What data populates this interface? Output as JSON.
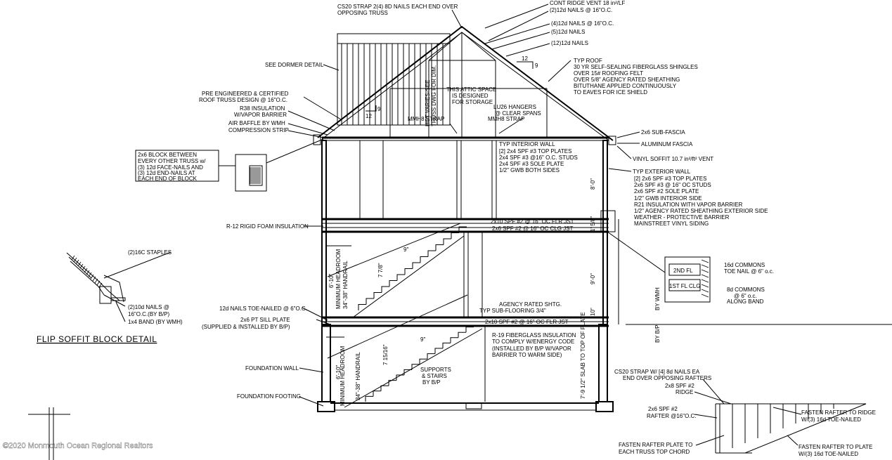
{
  "labels": {
    "cs20_strap_top_1": "CS20 STRAP 2(4) 8D NAILS EACH END OVER",
    "cs20_strap_top_2": "OPPOSING TRUSS",
    "cont_ridge_vent": "CONT RIDGE VENT 18 in²/LF",
    "nails_2_12d": "(2)12d NAILS @ 16\"O.C.",
    "nails_4_12d": "(4)12d NAILS @ 16\"O.C.",
    "nails_5_12d": "(5)12d NAILS",
    "nails_12_12d": "(12)12d NAILS",
    "see_dormer": "SEE DORMER DETAIL",
    "typ_roof_1": "TYP ROOF",
    "typ_roof_2": "30 YR SELF-SEALING FIBERGLASS SHINGLES",
    "typ_roof_3": "OVER 15# ROOFING FELT",
    "typ_roof_4": "OVER 5/8\" AGENCY RATED SHEATHING",
    "typ_roof_5": "BITUTHANE APPLIED CONTINUOUSLY",
    "typ_roof_6": "TO EAVES FOR ICE SHIELD",
    "pre_eng_1": "PRE ENGINEERED & CERTIFIED",
    "pre_eng_2": "ROOF TRUSS DESIGN @ 16\"O.C.",
    "r38_1": "R38 INSULATION",
    "r38_2": "W/VAPOR BARRIER",
    "air_baffle": "AIR BAFFLE BY WMH",
    "compression": "COMPRESSION STRIP",
    "hgt_varies_1": "HGT VARIES-SEE",
    "hgt_varies_2": "TRUSS DWG FOR DIM.",
    "attic_1": "THIS ATTIC SPACE",
    "attic_2": "IS DESIGNED",
    "attic_3": "FOR STORAGE",
    "lu26_1": "LU26 HANGERS",
    "lu26_2": "@ CLEAR SPANS",
    "mmh8_a": "MMH8 STRAP",
    "mmh8_b": "MMH8 STRAP",
    "sub_fascia": "2x6 SUB-FASCIA",
    "alum_fascia": "ALUMINUM FASCIA",
    "vinyl_soffit": "VINYL SOFFIT 10.7 in²/ft² VENT",
    "block_1": "2x6  BLOCK BETWEEN",
    "block_2": "EVERY OTHER TRUSS w/",
    "block_3": "(3) 12d FACE-NAILS AND",
    "block_4": "(3) 12d END-NAILS AT",
    "block_5": "EACH END OF BLOCK",
    "int_wall_1": "TYP INTERIOR WALL",
    "int_wall_2": "[2] 2x4 SPF #3 TOP PLATES",
    "int_wall_3": "2x4 SPF #3 @16\" O.C. STUDS",
    "int_wall_4": "2x4 SPF #3 SOLE PLATE",
    "int_wall_5": "1/2\" GWB BOTH SIDES",
    "ext_wall_1": "TYP EXTERIOR WALL",
    "ext_wall_2": "[2] 2x6 SPF #3 TOP PLATES",
    "ext_wall_3": "2x6 SPF #3 @ 16\" OC STUDS",
    "ext_wall_4": "2x6 SPF #2 SOLE PLATE",
    "ext_wall_5": "1/2\" GWB INTERIOR SIDE",
    "ext_wall_6": "R21 INSULATION WITH VAPOR BARRIER",
    "ext_wall_7": "1/2\" AGENCY RATED SHEATHING EXTERIOR SIDE",
    "ext_wall_8": "WEATHER - PROTECTIVE BARRIER",
    "ext_wall_9": "MAINSTREET VINYL SIDING",
    "dim_8_0": "8'-0\"",
    "dim_1_5_8": "1' 5/8\"",
    "dim_9_0": "9'-0\"",
    "dim_10": "10\"",
    "dim_slab": "7'-9 1/2\" SLAB TO TOP OF PLATE",
    "flr_jst_2nd": "2x10 SPF #2 @ 16\" OC FLR JST",
    "clg_jst": "2x6 SPF #2 @ 16\" OC CLG JST",
    "r12": "R-12 RIGID FOAM INSULATION",
    "staples": "(2)16C STAPLES",
    "nails_10d_1": "(2)10d NAILS @",
    "nails_10d_2": "16\"O.C.(BY B/P)",
    "band": "1x4 BAND (BY WMH)",
    "flip_soffit": "FLIP SOFFIT BLOCK DETAIL",
    "toe_nailed": "12d NAILS TOE-NAILED @ 6\"O.C.",
    "sill_1": "2x6 PT SILL PLATE",
    "sill_2": "(SUPPLIED & INSTALLED BY B/P)",
    "min_head_a": "MINIMUM HEADROOM",
    "min_head_b": "MINIMUM HEADROOM",
    "dim_6_10_a": "6'-10\"",
    "dim_6_10_b": "6'-10\"",
    "handrail_a": "34\"-38\" HANDRAIL",
    "handrail_b": "34\"-38\" HANDRAIL",
    "riser_a": "7 7/8\"",
    "tread_a": "9\"",
    "riser_b": "7 15/16\"",
    "tread_b": "9\"",
    "agency_1": "AGENCY RATED SHTG.",
    "agency_2": "TYP SUB-FLOORING 3/4\"",
    "flr_jst_1st": "2x10 SPF #2 @ 16\" OC FLR JST",
    "by_wmh": "BY WMH",
    "by_bp": "BY B/P",
    "r19_1": "R-19 FIBERGLASS INSULATION",
    "r19_2": "TO COMPLY W/ENERGY CODE",
    "r19_3": "(INSTALLED BY B/P W/VAPOR",
    "r19_4": "BARRIER TO WARM SIDE)",
    "supports_1": "SUPPORTS",
    "supports_2": "& STAIRS",
    "supports_3": "BY B/P",
    "found_wall": "FOUNDATION WALL",
    "found_footing": "FOUNDATION FOOTING",
    "second_fl": "2ND FL",
    "first_fl_clg": "1ST FL CLG",
    "commons_16d_1": "16d COMMONS",
    "commons_16d_2": "TOE NAIL @ 6\" o.c.",
    "commons_8d_1": "8d COMMONS",
    "commons_8d_2": "@ 6\" o.c.",
    "commons_8d_3": "ALONG BAND",
    "cs20_br_1": "CS20 STRAP W/ [4] 8d NAILS EA",
    "cs20_br_2": "END OVER OPPOSING RAFTERS",
    "ridge_1": "2x8 SPF #2",
    "ridge_2": "RIDGE",
    "rafter_1": "2x6 SPF #2",
    "rafter_2": "RAFTER @16\"O.C.",
    "fasten_ridge_1": "FASTEN RAFTER TO RIDGE",
    "fasten_ridge_2": "W/(3) 16d TOE-NAILED",
    "fasten_plate_1": "FASTEN RAFTER PLATE TO",
    "fasten_plate_2": "EACH TRUSS TOP CHORD",
    "fasten_rafter_plate_1": "FASTEN RAFTER TO PLATE",
    "fasten_rafter_plate_2": "W/(3) 16d TOE-NAILED",
    "pitch_12_a": "12",
    "pitch_9_a": "9",
    "pitch_12_b": "12",
    "pitch_9_b": "9",
    "watermark": "©2020 Monmouth Ocean Regional Realtors"
  }
}
